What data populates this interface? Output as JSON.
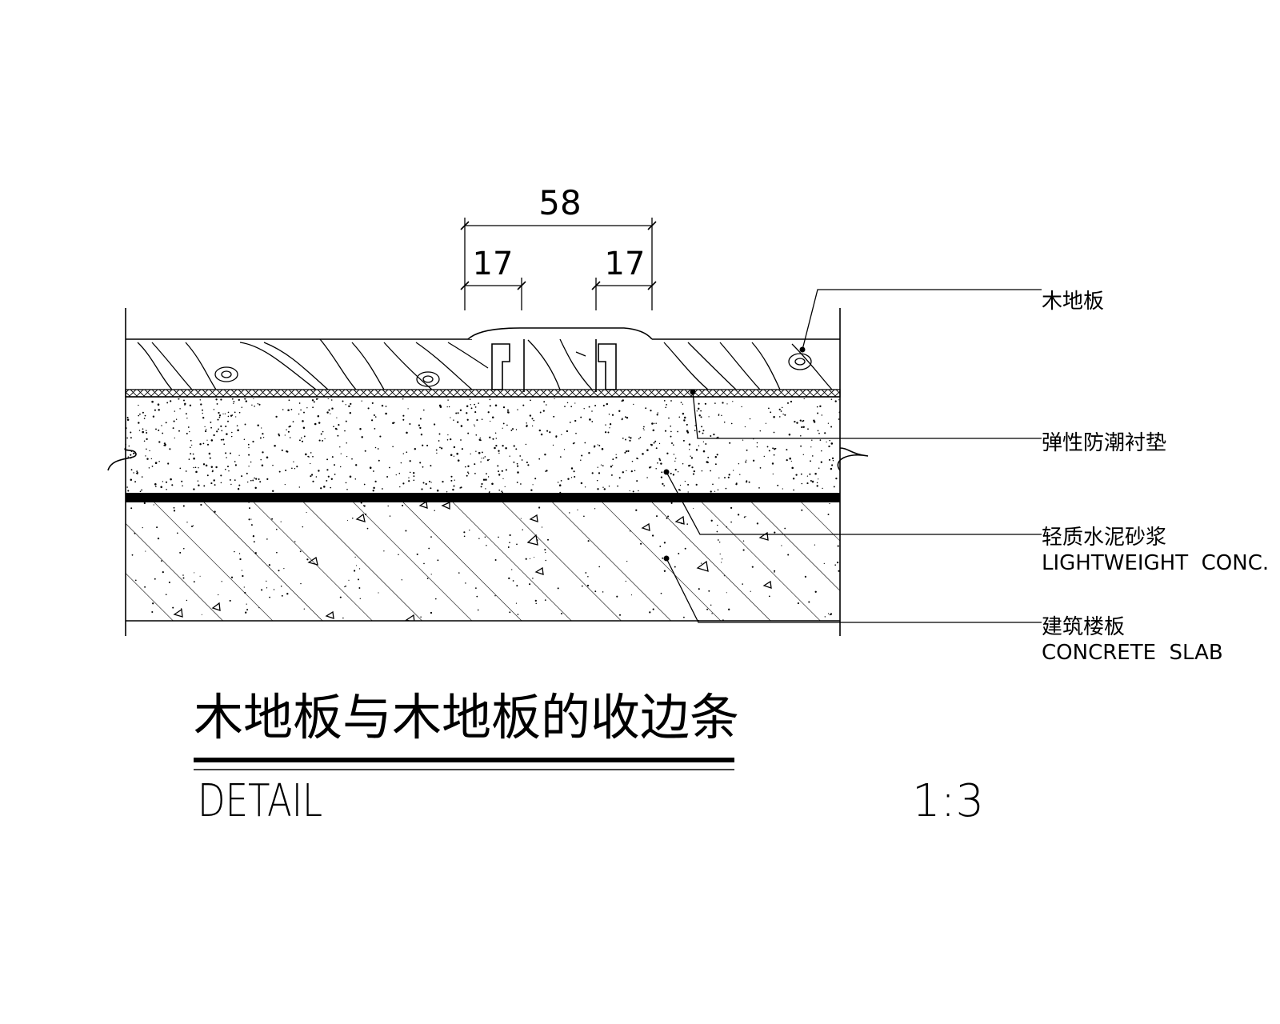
{
  "dimensions": {
    "overall": "58",
    "left_segment": "17",
    "right_segment": "17"
  },
  "labels": {
    "wood_floor": {
      "cn": "木地板",
      "en": ""
    },
    "moisture_pad": {
      "cn": "弹性防潮衬垫",
      "en": ""
    },
    "lightweight_conc": {
      "cn": "轻质水泥砂浆",
      "en": "LIGHTWEIGHT  CONC."
    },
    "concrete_slab": {
      "cn": "建筑楼板",
      "en": "CONCRETE  SLAB"
    }
  },
  "title": {
    "main": "木地板与木地板的收边条",
    "sub": "DETAIL",
    "scale": "1:3"
  },
  "colors": {
    "ink": "#000000",
    "paper": "#ffffff"
  }
}
